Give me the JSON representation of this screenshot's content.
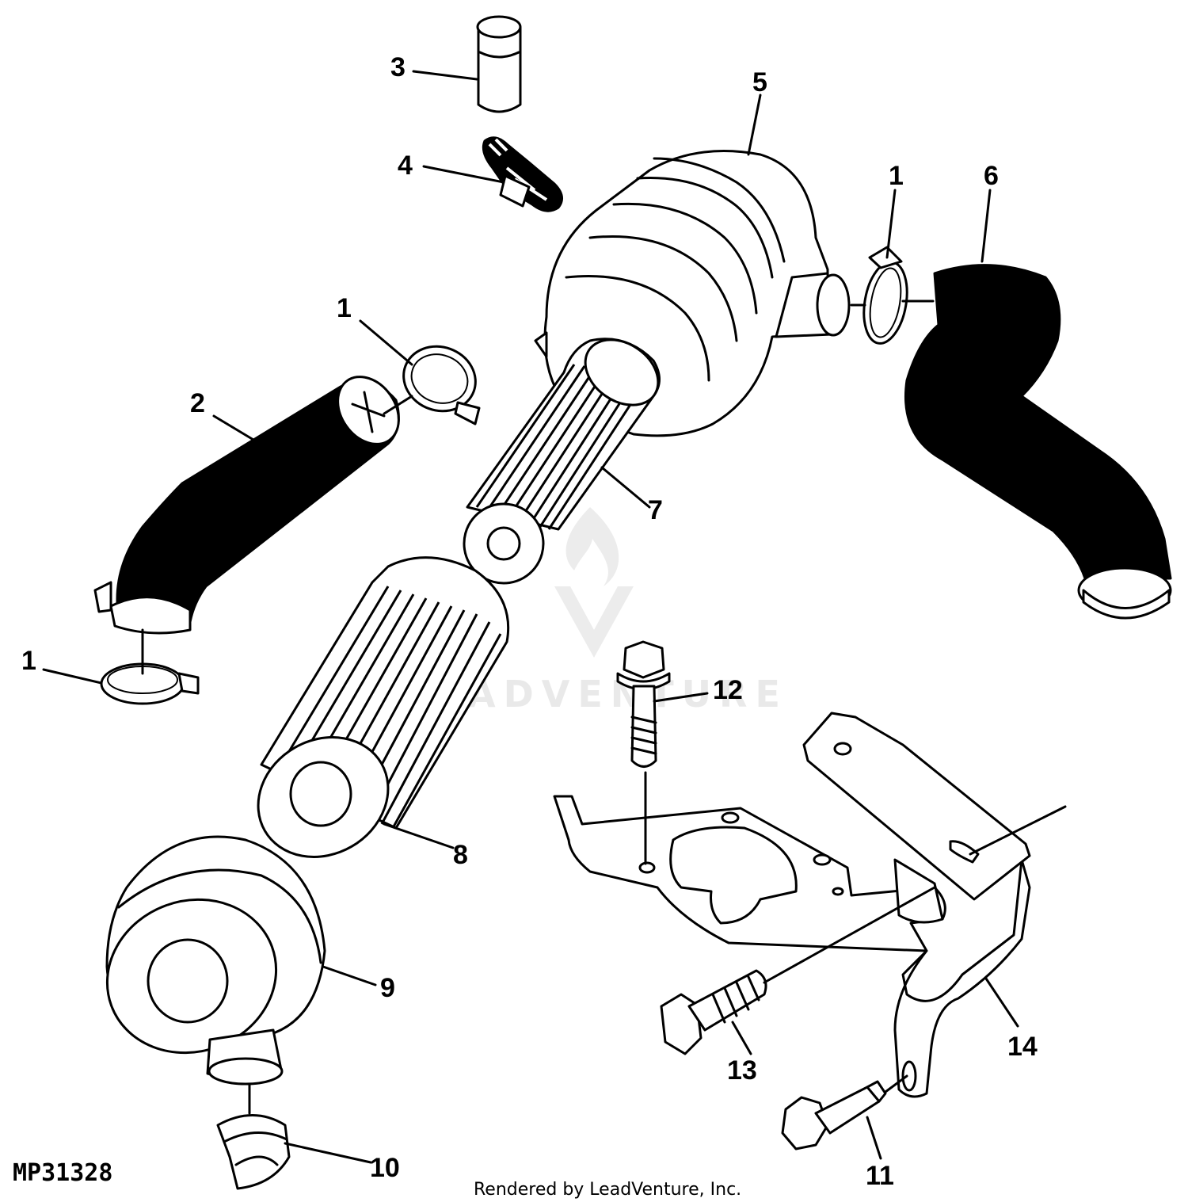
{
  "callouts": {
    "c1a": "1",
    "c1b": "1",
    "c1c": "1",
    "c2": "2",
    "c3": "3",
    "c4": "4",
    "c5": "5",
    "c6": "6",
    "c7": "7",
    "c8": "8",
    "c9": "9",
    "c10": "10",
    "c11": "11",
    "c12": "12",
    "c13": "13",
    "c14": "14"
  },
  "figure_id": "MP31328",
  "credit": "Rendered by LeadVenture, Inc.",
  "watermark": "ADVENTURE"
}
